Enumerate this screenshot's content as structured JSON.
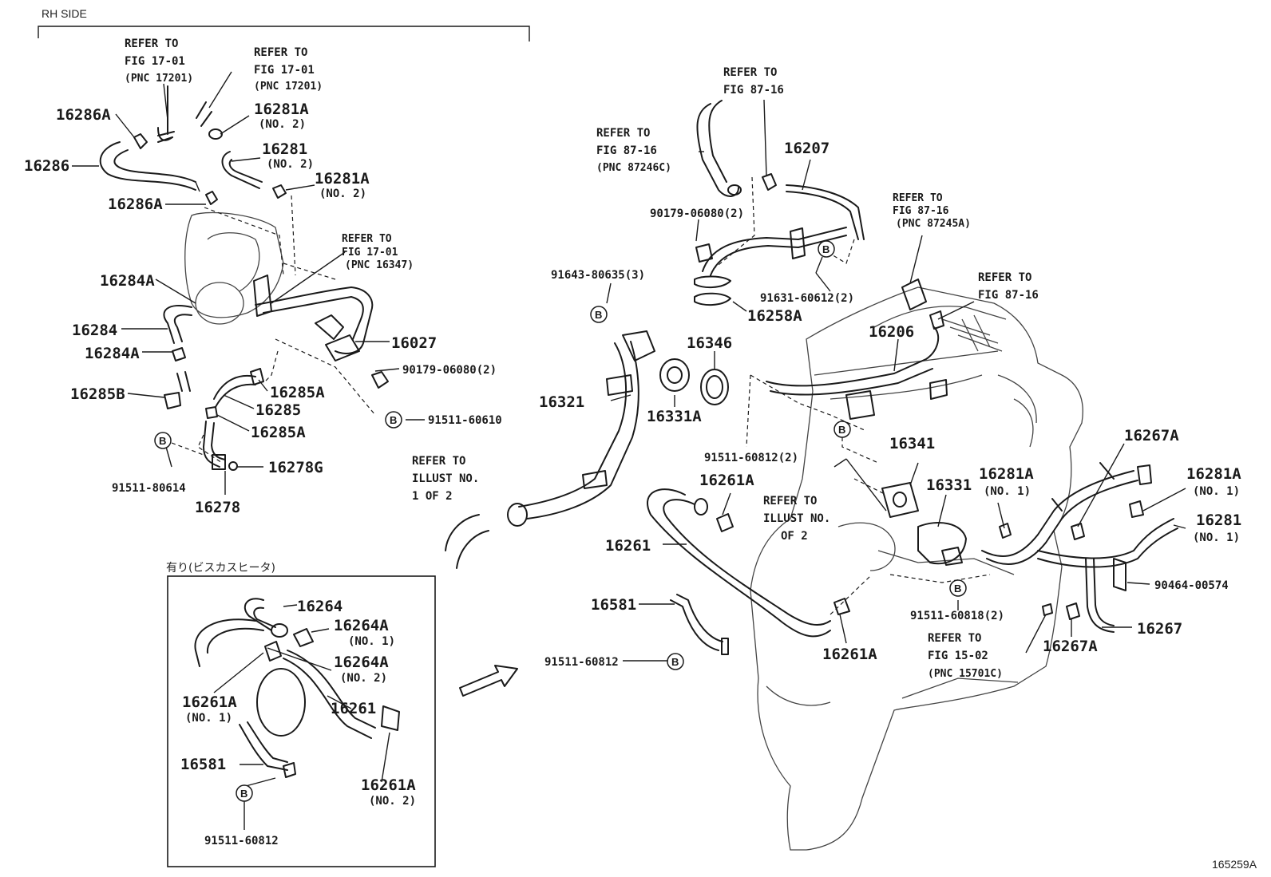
{
  "header": {
    "side": "RH SIDE"
  },
  "footer": {
    "figure_id": "165259A"
  },
  "inset": {
    "title": "有り(ビスカスヒータ)"
  },
  "bolt_symbol": "B",
  "labels": {
    "ref1_a": "REFER TO",
    "ref1_b": "FIG 17-01",
    "ref1_c": "(PNC 17201)",
    "ref2_a": "REFER TO",
    "ref2_b": "FIG 17-01",
    "ref2_c": "(PNC 17201)",
    "ref3_a": "REFER TO",
    "ref3_b": "FIG 17-01",
    "ref3_c": "(PNC 16347)",
    "p16286A_top": "16286A",
    "p16286": "16286",
    "p16286A_bot": "16286A",
    "p16281A_top": "16281A",
    "p16281A_top_no": "(NO. 2)",
    "p16281_l": "16281",
    "p16281_l_no": "(NO. 2)",
    "p16281A_mid": "16281A",
    "p16281A_mid_no": "(NO. 2)",
    "p16284A_top": "16284A",
    "p16284": "16284",
    "p16284A_bot": "16284A",
    "p16027": "16027",
    "p90179_l": "90179-06080(2)",
    "p16285B": "16285B",
    "p16285A_a": "16285A",
    "p16285": "16285",
    "p16285A_b": "16285A",
    "p91511_60610": "91511-60610",
    "p91511_80614": "91511-80614",
    "p16278": "16278",
    "p16278G": "16278G",
    "ref4_a": "REFER TO",
    "ref4_b": "ILLUST NO.",
    "ref4_c": "1 OF 2",
    "i16264": "16264",
    "i16264A_1": "16264A",
    "i16264A_1_no": "(NO. 1)",
    "i16264A_2": "16264A",
    "i16264A_2_no": "(NO. 2)",
    "i16261A_1": "16261A",
    "i16261A_1_no": "(NO. 1)",
    "i16261": "16261",
    "i16581": "16581",
    "i16261A_2": "16261A",
    "i16261A_2_no": "(NO. 2)",
    "i91511_60812": "91511-60812",
    "ref5_a": "REFER TO",
    "ref5_b": "FIG 87-16",
    "ref6_a": "REFER TO",
    "ref6_b": "FIG 87-16",
    "ref6_c": "(PNC 87246C)",
    "p16207": "16207",
    "ref7_a": "REFER TO",
    "ref7_b": "FIG 87-16",
    "ref7_c": "(PNC 87245A)",
    "p90179_r": "90179-06080(2)",
    "p91631": "91631-60612(2)",
    "p16258A": "16258A",
    "ref8_a": "REFER TO",
    "ref8_b": "FIG 87-16",
    "p16206": "16206",
    "p91643": "91643-80635(3)",
    "p16346": "16346",
    "p16321": "16321",
    "p16331A": "16331A",
    "p91511_60812_2": "91511-60812(2)",
    "p16341": "16341",
    "p16267A_top": "16267A",
    "p16261A_a": "16261A",
    "p16331": "16331",
    "p16281A_r": "16281A",
    "p16281A_r_no": "(NO. 1)",
    "p16281A_far": "16281A",
    "p16281A_far_no": "(NO. 1)",
    "p16281_r": "16281",
    "p16281_r_no": "(NO. 1)",
    "ref9_a": "REFER TO",
    "ref9_b": "ILLUST NO.",
    "ref9_c": "OF 2",
    "p16261": "16261",
    "p90464": "90464-00574",
    "p91511_60818": "91511-60818(2)",
    "p16581": "16581",
    "p16267": "16267",
    "ref10_a": "REFER TO",
    "ref10_b": "FIG 15-02",
    "ref10_c": "(PNC 15701C)",
    "p91511_60812_r": "91511-60812",
    "p16261A_b": "16261A",
    "p16267A_bot": "16267A"
  }
}
